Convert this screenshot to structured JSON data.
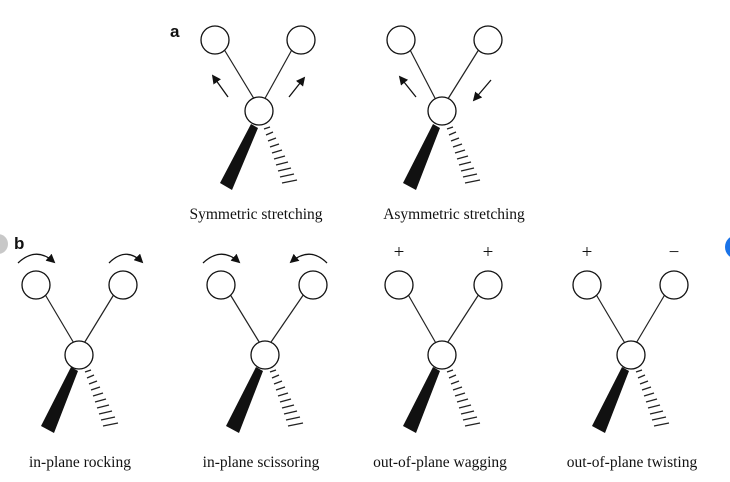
{
  "panels": {
    "a": {
      "label": "a",
      "modes": [
        {
          "caption": "Symmetric stretching"
        },
        {
          "caption": "Asymmetric stretching"
        }
      ]
    },
    "b": {
      "label": "b",
      "modes": [
        {
          "caption": "in-plane rocking"
        },
        {
          "caption": "in-plane scissoring"
        },
        {
          "caption": "out-of-plane wagging",
          "left_sign": "+",
          "right_sign": "+"
        },
        {
          "caption": "out-of-plane twisting",
          "left_sign": "+",
          "right_sign": "−"
        }
      ]
    }
  },
  "colors": {
    "edge_button": "#1a73e8",
    "edge_circle_left": "#c8c8c8"
  }
}
